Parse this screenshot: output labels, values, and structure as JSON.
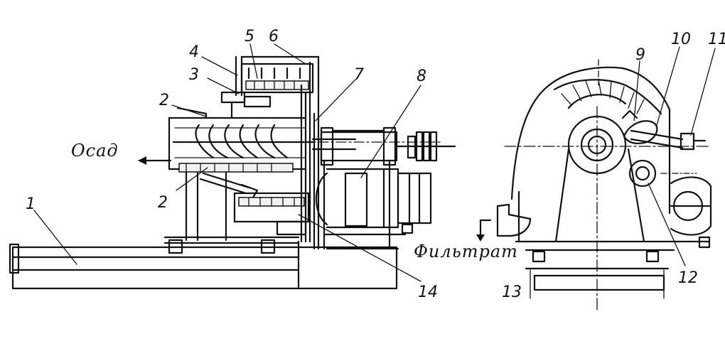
{
  "labels": {
    "n1": "1",
    "n2a": "2",
    "n2b": "2",
    "n3": "3",
    "n4": "4",
    "n5": "5",
    "n6": "6",
    "n7": "7",
    "n8": "8",
    "n9": "9",
    "n10": "10",
    "n11": "11",
    "n12": "12",
    "n13": "13",
    "n14": "14",
    "osad": "Осад",
    "filtrat": "Фильтрат"
  }
}
